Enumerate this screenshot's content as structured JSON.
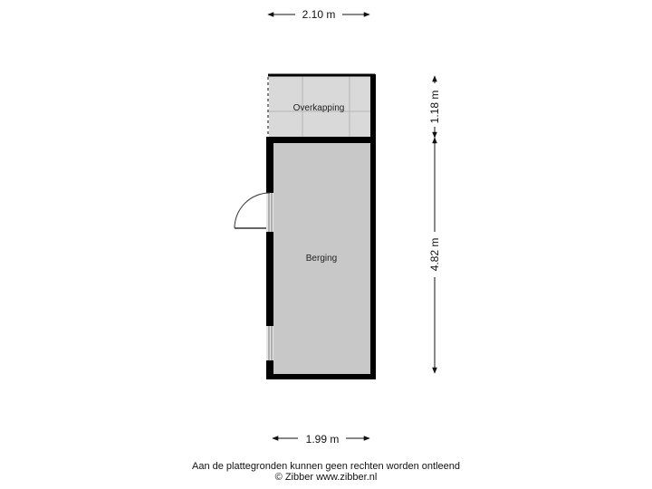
{
  "dimensions": {
    "top_width": "2.10 m",
    "bottom_width": "1.99 m",
    "overkapping_depth": "1.18 m",
    "berging_depth": "4.82 m"
  },
  "rooms": {
    "overkapping": "Overkapping",
    "berging": "Berging"
  },
  "footer": {
    "disclaimer": "Aan de plattegronden kunnen geen rechten worden ontleend",
    "copyright": "© Zibber www.zibber.nl"
  },
  "colors": {
    "wall": "#000000",
    "overkapping_floor": "#d9d9d9",
    "berging_floor": "#c8c8c8",
    "window": "#e6e6e6"
  }
}
